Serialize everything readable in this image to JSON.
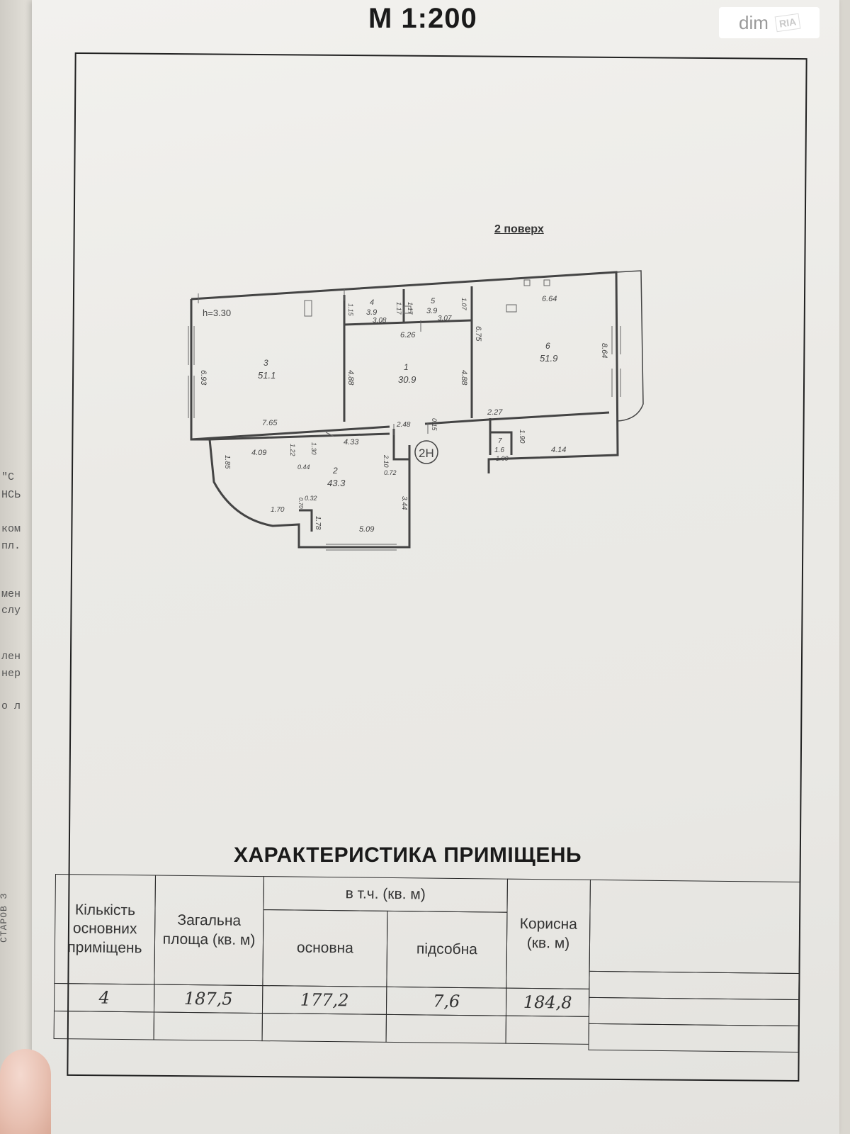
{
  "sheet": {
    "scale": "М 1:200",
    "floor_label": "2 поверх"
  },
  "watermark": {
    "brand": "dim",
    "sub": "RIA"
  },
  "under_page": {
    "lines": [
      "\"С",
      "НСЬ",
      "ком",
      "пл.",
      "мен",
      "слу",
      "лен",
      "нер",
      "о л"
    ],
    "side_text": "СТАРОВ З"
  },
  "plan": {
    "ceiling_height": "h=3.30",
    "apartment_mark": "2Н",
    "rooms": [
      {
        "number": "3",
        "area": "51.1"
      },
      {
        "number": "1",
        "area": "30.9"
      },
      {
        "number": "6",
        "area": "51.9"
      },
      {
        "number": "4",
        "area": "3.9"
      },
      {
        "number": "5",
        "area": "3.9"
      },
      {
        "number": "2",
        "area": "43.3"
      },
      {
        "number": "7",
        "area": "1.6"
      }
    ],
    "dimensions": [
      "6.93",
      "7.65",
      "4.88",
      "6.26",
      "4.88",
      "6.75",
      "6.64",
      "8.64",
      "2.27",
      "1.90",
      "4.14",
      "1.00",
      "3.08",
      "3.07",
      "1.15",
      "1.17",
      "1.17",
      "1.07",
      "2.48",
      "0.15",
      "4.33",
      "4.09",
      "1.22",
      "1.30",
      "0.44",
      "1.85",
      "2.10",
      "0.72",
      "3.44",
      "1.70",
      "0.32",
      "0.70",
      "1.78",
      "5.09"
    ]
  },
  "characteristics": {
    "title": "ХАРАКТЕРИСТИКА ПРИМІЩЕНЬ",
    "headers": {
      "count": "Кількість основних приміщень",
      "total": "Загальна площа (кв. м)",
      "incl": "в т.ч. (кв. м)",
      "main": "основна",
      "aux": "підсобна",
      "useful": "Корисна (кв. м)"
    },
    "values": {
      "count": "4",
      "total": "187,5",
      "main": "177,2",
      "aux": "7,6",
      "useful": "184,8"
    }
  }
}
